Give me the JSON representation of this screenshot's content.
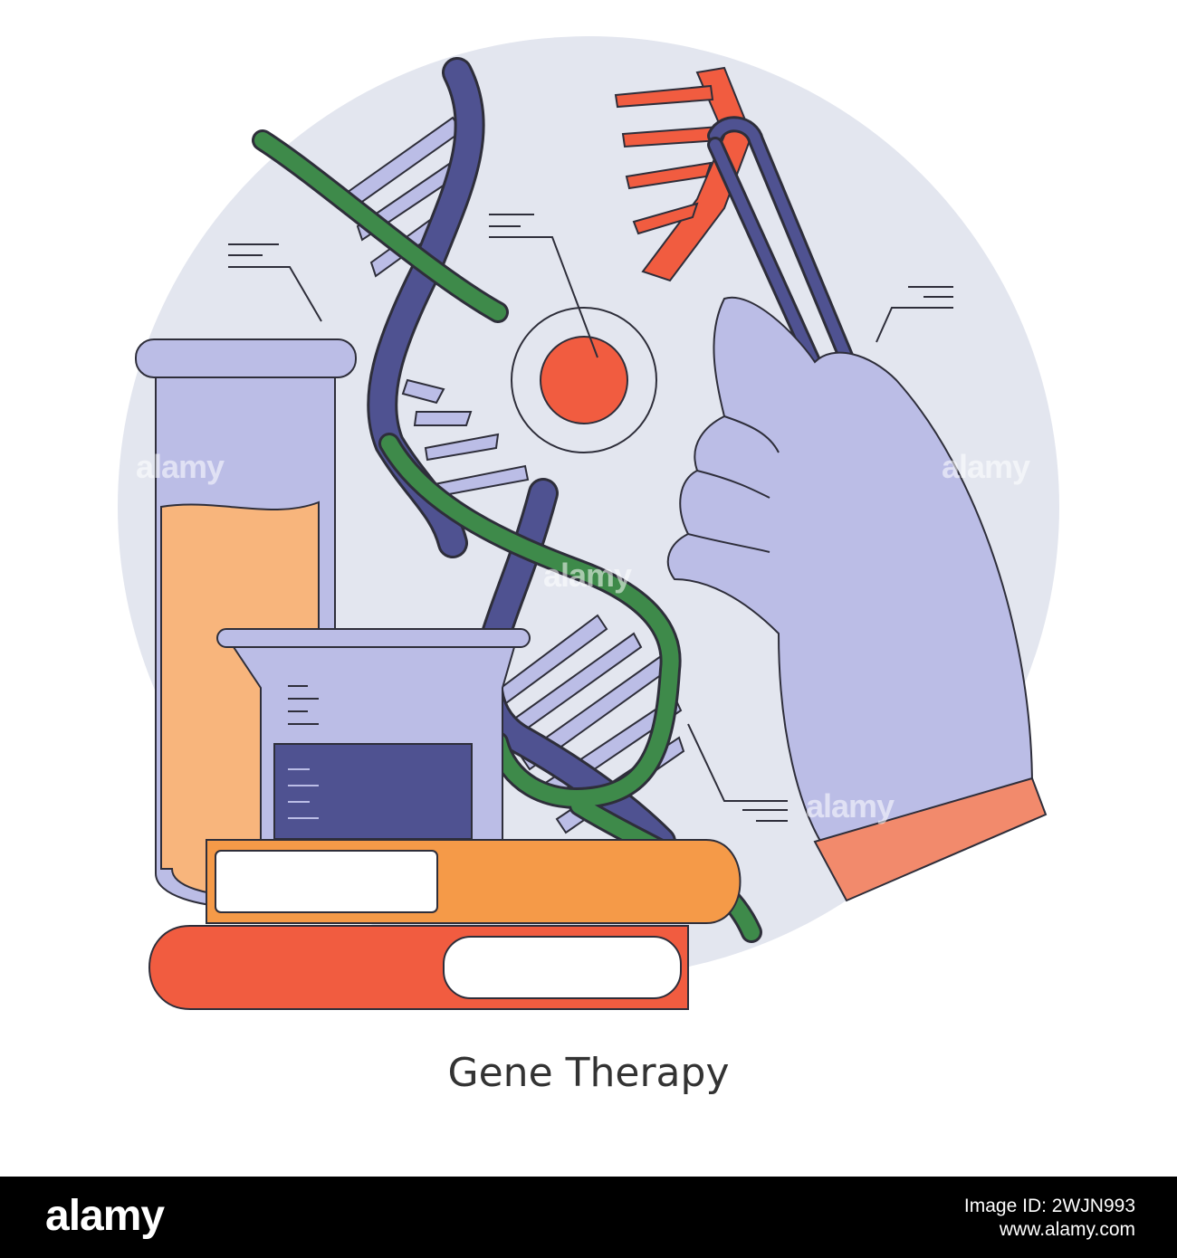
{
  "caption": "Gene Therapy",
  "footer": {
    "brand": "alamy",
    "image_id_label": "Image ID: 2WJN993",
    "site": "www.alamy.com"
  },
  "watermark_text": "alamy",
  "colors": {
    "background_circle": "#e3e6ef",
    "outline": "#2e2e3a",
    "lavender": "#bbbde6",
    "navy": "#4f5291",
    "green": "#3e8a4a",
    "red": "#f15c40",
    "orange": "#f59a48",
    "peach": "#f8b57c",
    "skin_cuff": "#f28a6c"
  }
}
